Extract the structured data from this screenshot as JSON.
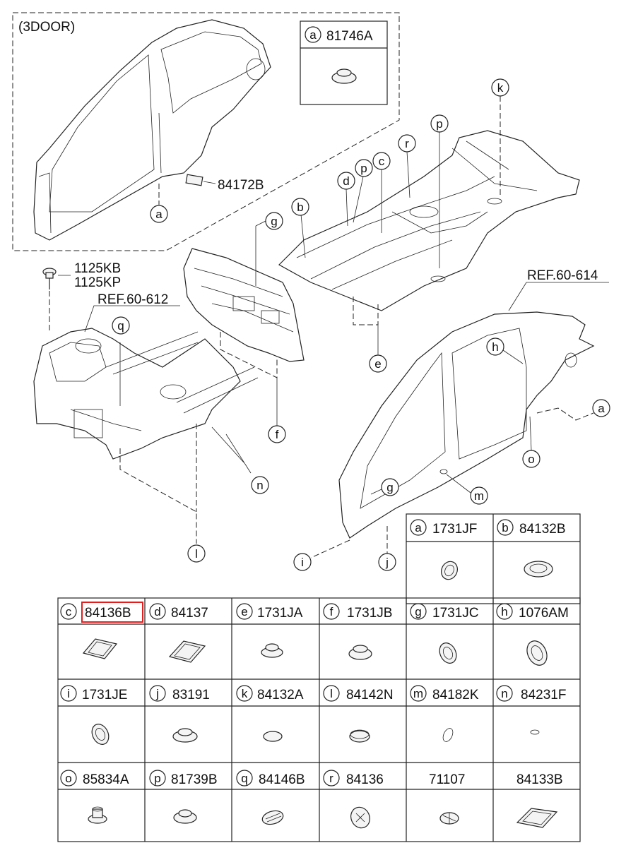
{
  "labels": {
    "variant_3door": "(3DOOR)",
    "part_84172B": "84172B",
    "bolt_1": "1125KB",
    "bolt_2": "1125KP",
    "ref_front": "REF.60-612",
    "ref_side": "REF.60-614"
  },
  "callouts": {
    "a_top": "a",
    "g_panel": "g",
    "b_floor": "b",
    "d_floor": "d",
    "p_floor1": "p",
    "c_floor": "c",
    "r_floor": "r",
    "p_floor2": "p",
    "k_floor": "k",
    "e_floor": "e",
    "q_front": "q",
    "f_panel": "f",
    "n_front": "n",
    "l_front": "l",
    "h_side": "h",
    "a_side": "a",
    "o_side": "o",
    "g_side": "g",
    "m_side": "m",
    "i_side": "i",
    "j_side": "j"
  },
  "inset_3door": {
    "key": "a",
    "part": "81746A"
  },
  "parts_table": {
    "row0": [
      {
        "key": "a",
        "part": "1731JF"
      },
      {
        "key": "b",
        "part": "84132B"
      }
    ],
    "row1": [
      {
        "key": "c",
        "part": "84136B",
        "highlighted": true
      },
      {
        "key": "d",
        "part": "84137"
      },
      {
        "key": "e",
        "part": "1731JA"
      },
      {
        "key": "f",
        "part": "1731JB"
      },
      {
        "key": "g",
        "part": "1731JC"
      },
      {
        "key": "h",
        "part": "1076AM"
      }
    ],
    "row2": [
      {
        "key": "i",
        "part": "1731JE"
      },
      {
        "key": "j",
        "part": "83191"
      },
      {
        "key": "k",
        "part": "84132A"
      },
      {
        "key": "l",
        "part": "84142N"
      },
      {
        "key": "m",
        "part": "84182K"
      },
      {
        "key": "n",
        "part": "84231F"
      }
    ],
    "row3": [
      {
        "key": "o",
        "part": "85834A"
      },
      {
        "key": "p",
        "part": "81739B"
      },
      {
        "key": "q",
        "part": "84146B"
      },
      {
        "key": "r",
        "part": "84136"
      },
      {
        "key": "",
        "part": "71107"
      },
      {
        "key": "",
        "part": "84133B"
      }
    ]
  },
  "colors": {
    "line": "#222222",
    "highlight": "#e02020",
    "background": "#ffffff"
  }
}
